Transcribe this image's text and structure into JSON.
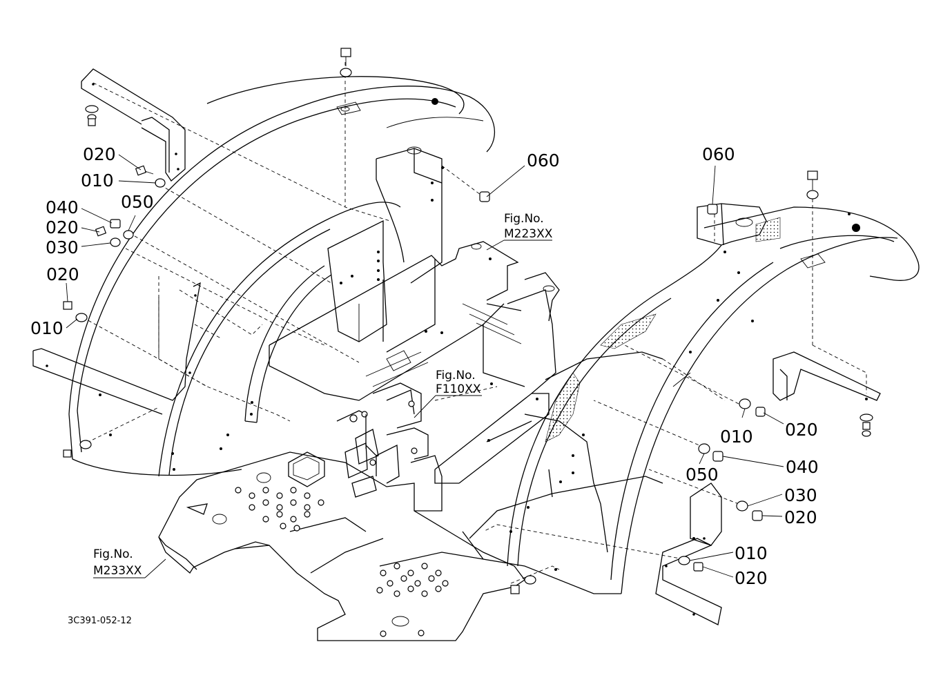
{
  "diagram_code": "3C391-052-12",
  "figure_refs": [
    {
      "id": "m223",
      "title": "Fig.No.",
      "ref": "M223XX"
    },
    {
      "id": "f110",
      "title": "Fig.No.",
      "ref": "F110XX"
    },
    {
      "id": "m233",
      "title": "Fig.No.",
      "ref": "M233XX"
    }
  ],
  "callouts_left": [
    {
      "id": "l-020a",
      "label": "020"
    },
    {
      "id": "l-010a",
      "label": "010"
    },
    {
      "id": "l-040",
      "label": "040"
    },
    {
      "id": "l-050",
      "label": "050"
    },
    {
      "id": "l-020b",
      "label": "020"
    },
    {
      "id": "l-030",
      "label": "030"
    },
    {
      "id": "l-020c",
      "label": "020"
    },
    {
      "id": "l-010b",
      "label": "010"
    },
    {
      "id": "l-060",
      "label": "060"
    }
  ],
  "callouts_right": [
    {
      "id": "r-060",
      "label": "060"
    },
    {
      "id": "r-010a",
      "label": "010"
    },
    {
      "id": "r-020a",
      "label": "020"
    },
    {
      "id": "r-050",
      "label": "050"
    },
    {
      "id": "r-040",
      "label": "040"
    },
    {
      "id": "r-030",
      "label": "030"
    },
    {
      "id": "r-020b",
      "label": "020"
    },
    {
      "id": "r-010b",
      "label": "010"
    },
    {
      "id": "r-020c",
      "label": "020"
    }
  ]
}
